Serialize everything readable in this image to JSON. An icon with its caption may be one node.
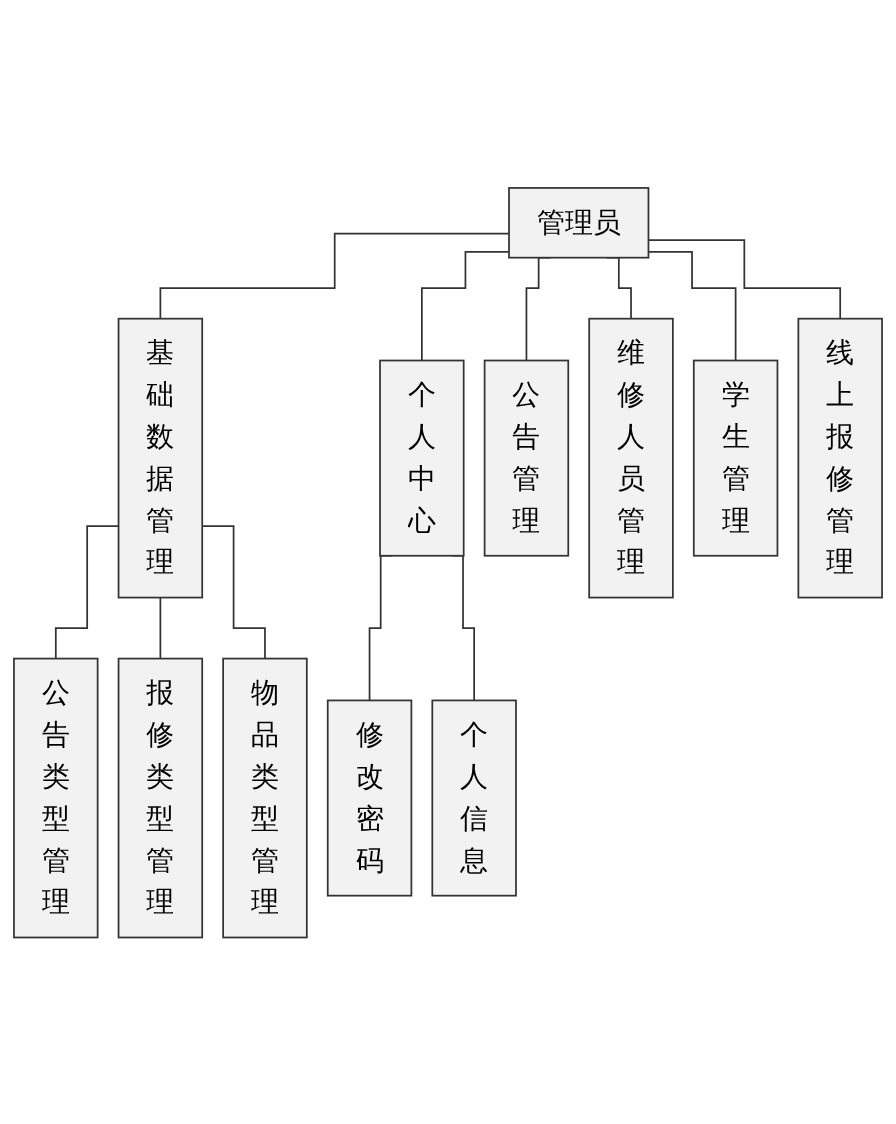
{
  "diagram": {
    "nodes": [
      {
        "text": [
          "管理员"
        ]
      },
      {
        "text": [
          "基础数据管理"
        ]
      },
      {
        "text": [
          "个人中心"
        ]
      },
      {
        "text": [
          "公告管理"
        ]
      },
      {
        "text": [
          "维修人员管理"
        ]
      },
      {
        "text": [
          "学生管理"
        ]
      },
      {
        "text": [
          "线上报修管理"
        ]
      },
      {
        "text": [
          "公告类型管理"
        ]
      },
      {
        "text": [
          "报修类型管理"
        ]
      },
      {
        "text": [
          "物品类型管理"
        ]
      },
      {
        "text": [
          "修改密码"
        ]
      },
      {
        "text": [
          "个人信息"
        ]
      }
    ],
    "edges": [
      {
        "from": 0,
        "to": 1,
        "arrow": "none"
      },
      {
        "from": 0,
        "to": 2,
        "arrow": "none"
      },
      {
        "from": 0,
        "to": 3,
        "arrow": "none"
      },
      {
        "from": 0,
        "to": 4,
        "arrow": "none"
      },
      {
        "from": 0,
        "to": 5,
        "arrow": "none"
      },
      {
        "from": 0,
        "to": 6,
        "arrow": "none"
      },
      {
        "from": 1,
        "to": 7,
        "arrow": "none"
      },
      {
        "from": 1,
        "to": 8,
        "arrow": "none"
      },
      {
        "from": 1,
        "to": 9,
        "arrow": "none"
      },
      {
        "from": 2,
        "to": 10,
        "arrow": "none"
      },
      {
        "from": 2,
        "to": 11,
        "arrow": "none"
      }
    ]
  }
}
